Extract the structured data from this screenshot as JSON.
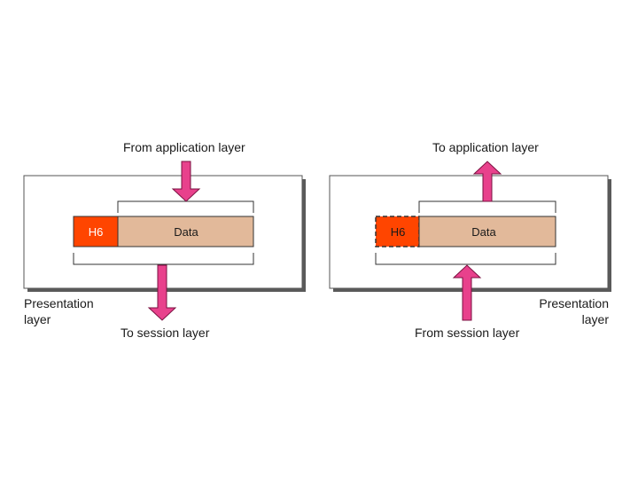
{
  "left_panel": {
    "top_label": "From application layer",
    "bottom_label": "To session layer",
    "layer_label_line1": "Presentation",
    "layer_label_line2": "layer",
    "header_text": "H6",
    "data_text": "Data"
  },
  "right_panel": {
    "top_label": "To application layer",
    "bottom_label": "From session layer",
    "layer_label_line1": "Presentation",
    "layer_label_line2": "layer",
    "header_text": "H6",
    "data_text": "Data"
  },
  "colors": {
    "header_fill": "#ff4500",
    "data_fill": "#e2b99a",
    "arrow_fill": "#e8418c",
    "box_shadow": "#5a5a5a"
  }
}
